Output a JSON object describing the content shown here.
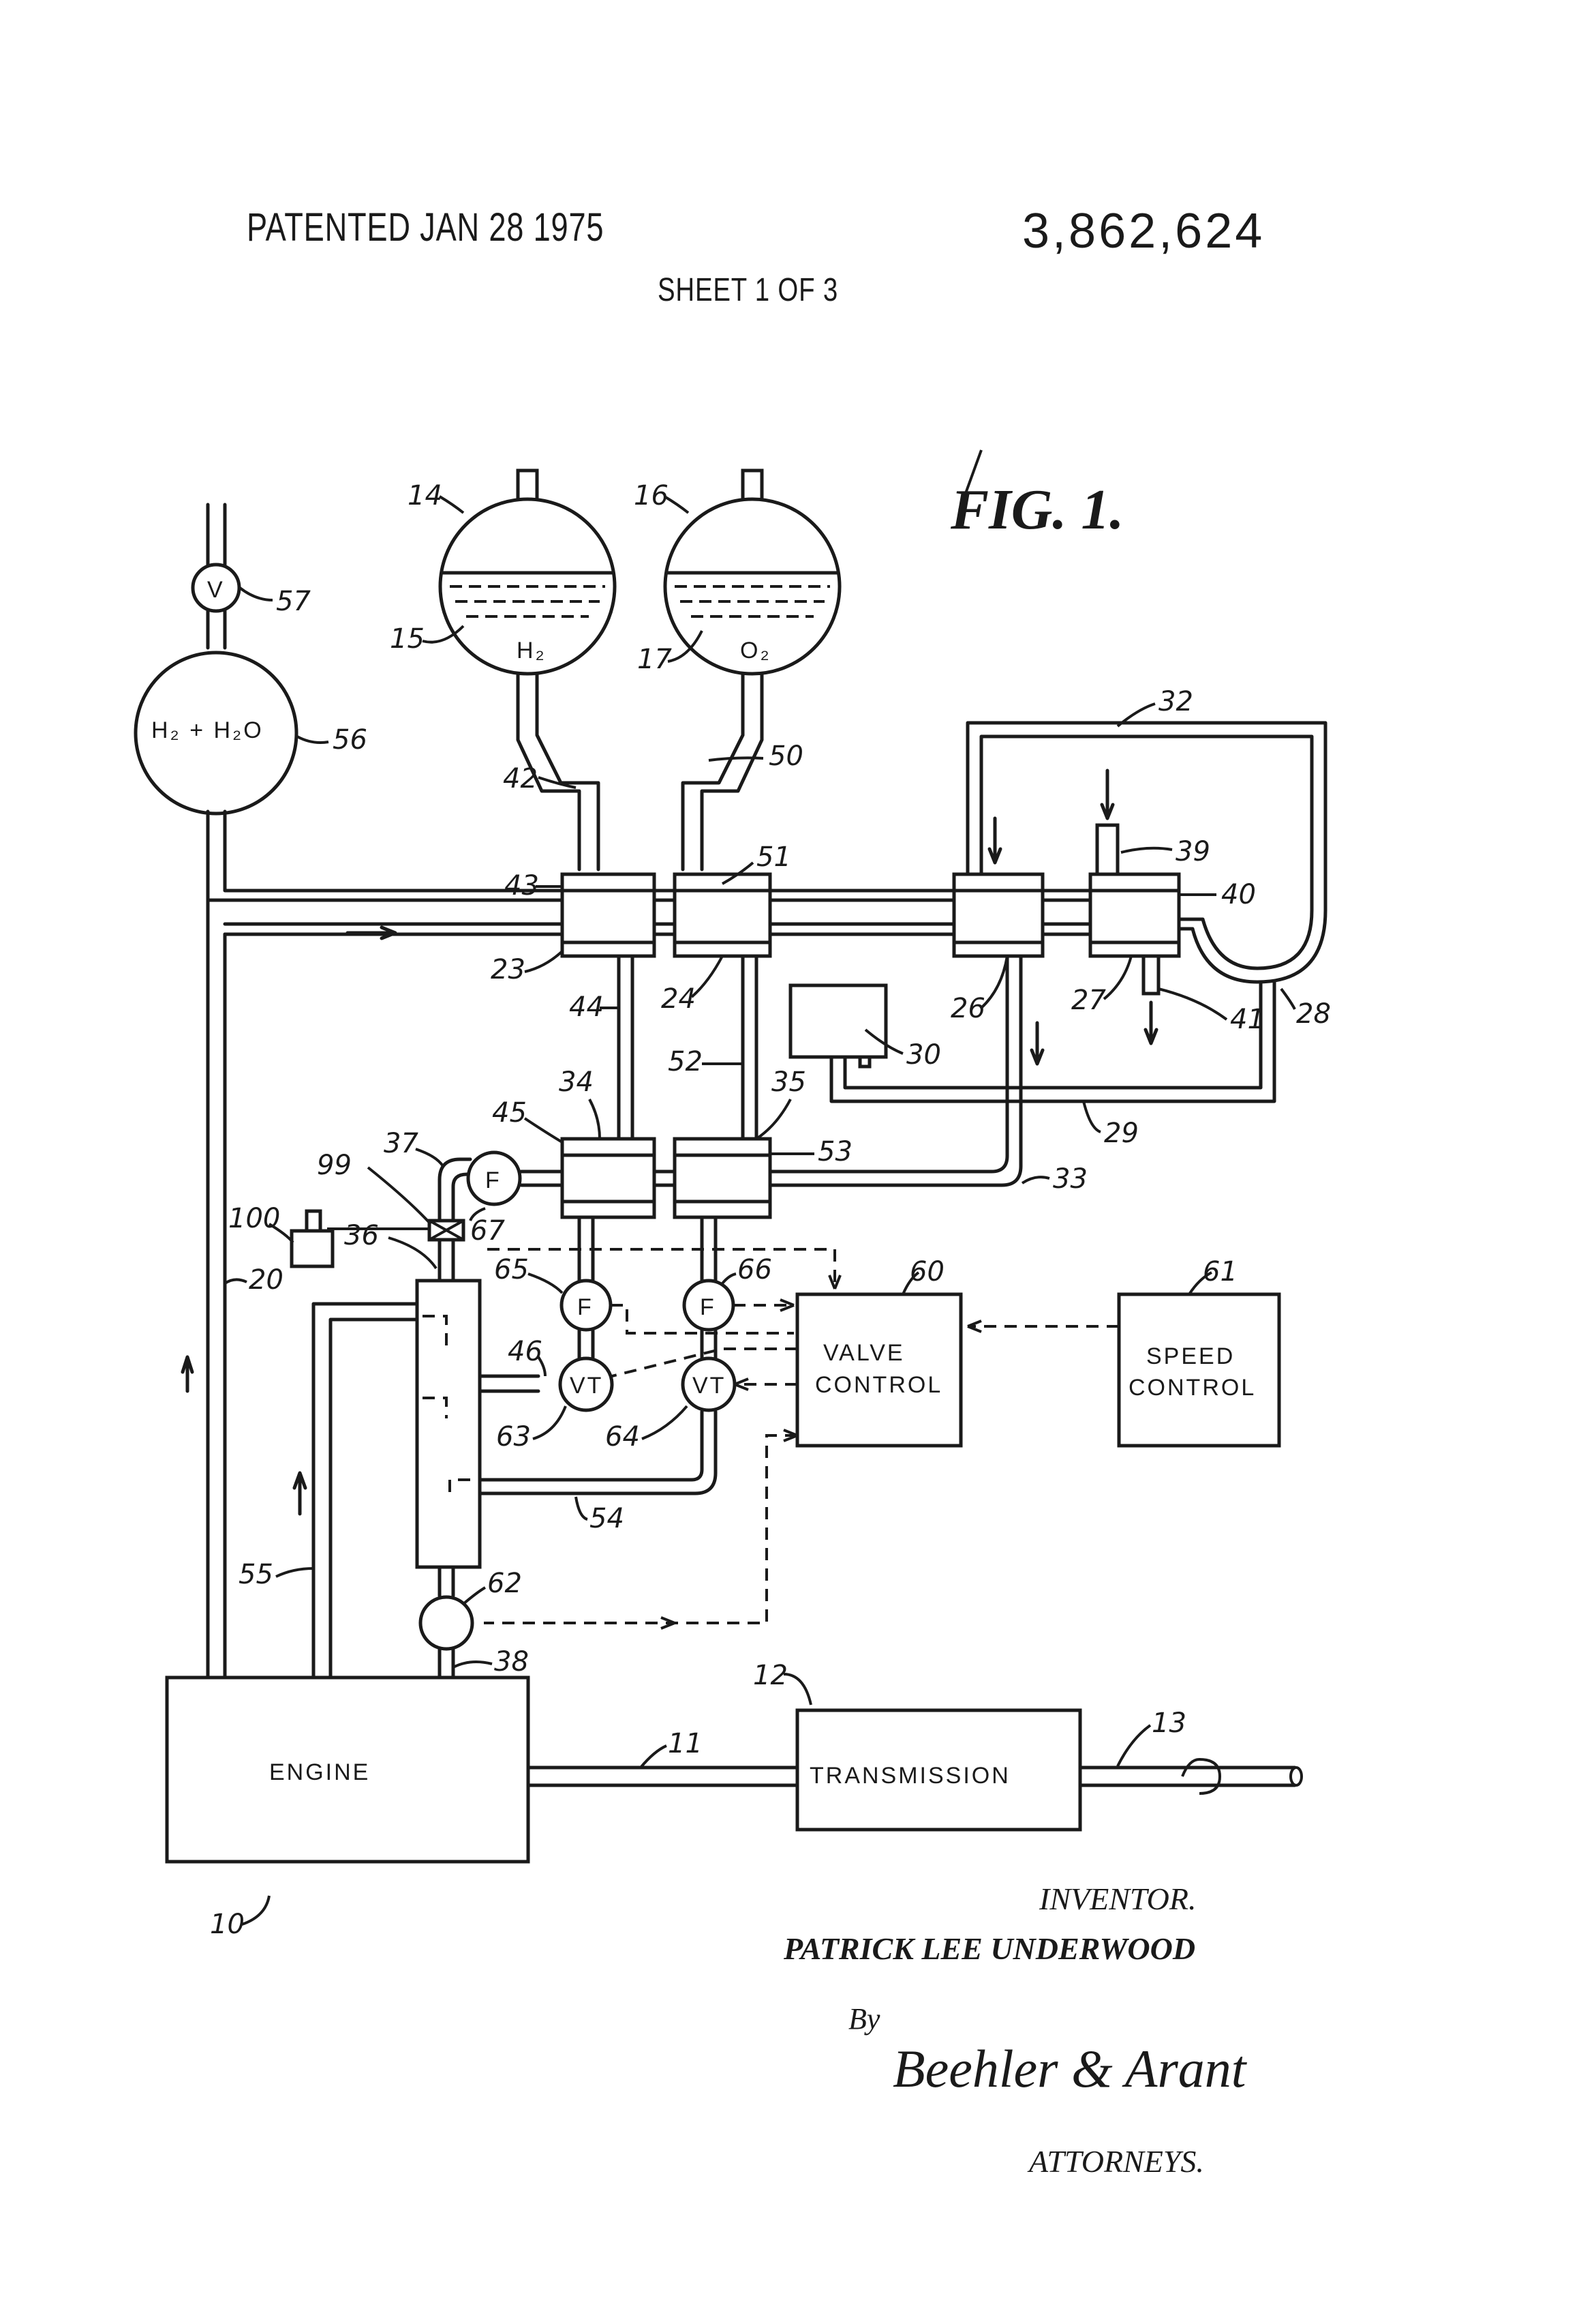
{
  "header": {
    "patented": "PATENTED JAN 28 1975",
    "patent_number": "3,862,624",
    "sheet": "SHEET 1 OF 3"
  },
  "figure_title": "FIG. 1.",
  "blocks": {
    "engine": "ENGINE",
    "transmission": "TRANSMISSION",
    "valve_control_1": "VALVE",
    "valve_control_2": "CONTROL",
    "speed_control_1": "SPEED",
    "speed_control_2": "CONTROL",
    "tank_h2": "H₂",
    "tank_o2": "O₂",
    "tank_mix": "H₂ + H₂O",
    "valve_v": "V",
    "flow_f": "F",
    "vt": "VT"
  },
  "refs": {
    "r10": "10",
    "r11": "11",
    "r12": "12",
    "r13": "13",
    "r14": "14",
    "r15": "15",
    "r16": "16",
    "r17": "17",
    "r20": "20",
    "r23": "23",
    "r24": "24",
    "r26": "26",
    "r27": "27",
    "r28": "28",
    "r29": "29",
    "r30": "30",
    "r32": "32",
    "r33": "33",
    "r34": "34",
    "r35": "35",
    "r36": "36",
    "r37": "37",
    "r38": "38",
    "r39": "39",
    "r40": "40",
    "r41": "41",
    "r42": "42",
    "r43": "43",
    "r44": "44",
    "r45": "45",
    "r46": "46",
    "r50": "50",
    "r51": "51",
    "r52": "52",
    "r53": "53",
    "r54": "54",
    "r55": "55",
    "r56": "56",
    "r57": "57",
    "r60": "60",
    "r61": "61",
    "r62": "62",
    "r63": "63",
    "r64": "64",
    "r65": "65",
    "r66": "66",
    "r67": "67",
    "r99": "99",
    "r100": "100"
  },
  "signature": {
    "inventor_label": "INVENTOR.",
    "inventor_name": "PATRICK LEE UNDERWOOD",
    "by": "By",
    "firm": "Beehler & Arant",
    "attorneys": "ATTORNEYS."
  }
}
